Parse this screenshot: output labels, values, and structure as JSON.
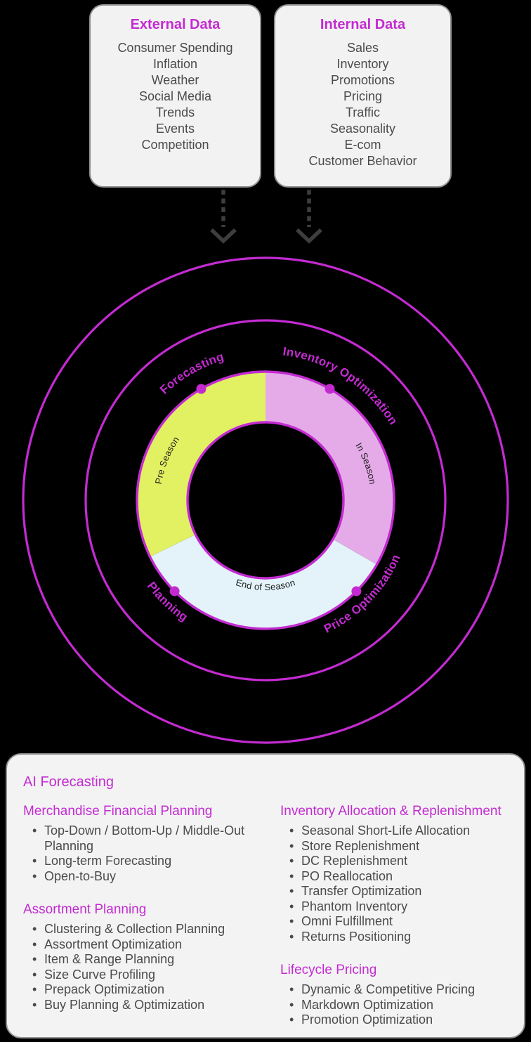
{
  "colors": {
    "magenta": "#c32bd1",
    "pre_season_fill": "#e1f161",
    "in_season_fill": "#e5abe8",
    "end_of_season_fill": "#e3f3f9",
    "card_bg": "#f2f2f2",
    "card_border": "#8f8f8f",
    "body_text": "#4b4b4b",
    "arrow": "#3e3e3e",
    "background": "#000000"
  },
  "external_data": {
    "title": "External Data",
    "items": [
      "Consumer Spending",
      "Inflation",
      "Weather",
      "Social Media",
      "Trends",
      "Events",
      "Competition"
    ]
  },
  "internal_data": {
    "title": "Internal Data",
    "items": [
      "Sales",
      "Inventory",
      "Promotions",
      "Pricing",
      "Traffic",
      "Seasonality",
      "E-com",
      "Customer Behavior"
    ]
  },
  "cycle": {
    "capabilities": [
      "Forecasting",
      "Inventory Optimization",
      "Price Optimization",
      "Planning"
    ],
    "segments": [
      {
        "stage": "Pre Season",
        "color": "#e1f161"
      },
      {
        "stage": "In Season",
        "color": "#e5abe8"
      },
      {
        "stage": "End of Season",
        "color": "#e3f3f9"
      }
    ]
  },
  "panel": {
    "title": "AI Forecasting",
    "left": [
      {
        "title": "Merchandise Financial Planning",
        "items": [
          "Top-Down / Bottom-Up / Middle-Out Planning",
          "Long-term Forecasting",
          "Open-to-Buy"
        ]
      },
      {
        "title": "Assortment Planning",
        "items": [
          "Clustering & Collection Planning",
          "Assortment Optimization",
          "Item & Range Planning",
          "Size Curve Profiling",
          "Prepack Optimization",
          "Buy Planning & Optimization"
        ]
      }
    ],
    "right": [
      {
        "title": "Inventory Allocation & Replenishment",
        "items": [
          "Seasonal Short-Life Allocation",
          "Store Replenishment",
          "DC Replenishment",
          "PO Reallocation",
          "Transfer Optimization",
          "Phantom Inventory",
          "Omni Fulfillment",
          "Returns Positioning"
        ]
      },
      {
        "title": "Lifecycle Pricing",
        "items": [
          "Dynamic & Competitive Pricing",
          "Markdown Optimization",
          "Promotion Optimization"
        ]
      }
    ]
  }
}
